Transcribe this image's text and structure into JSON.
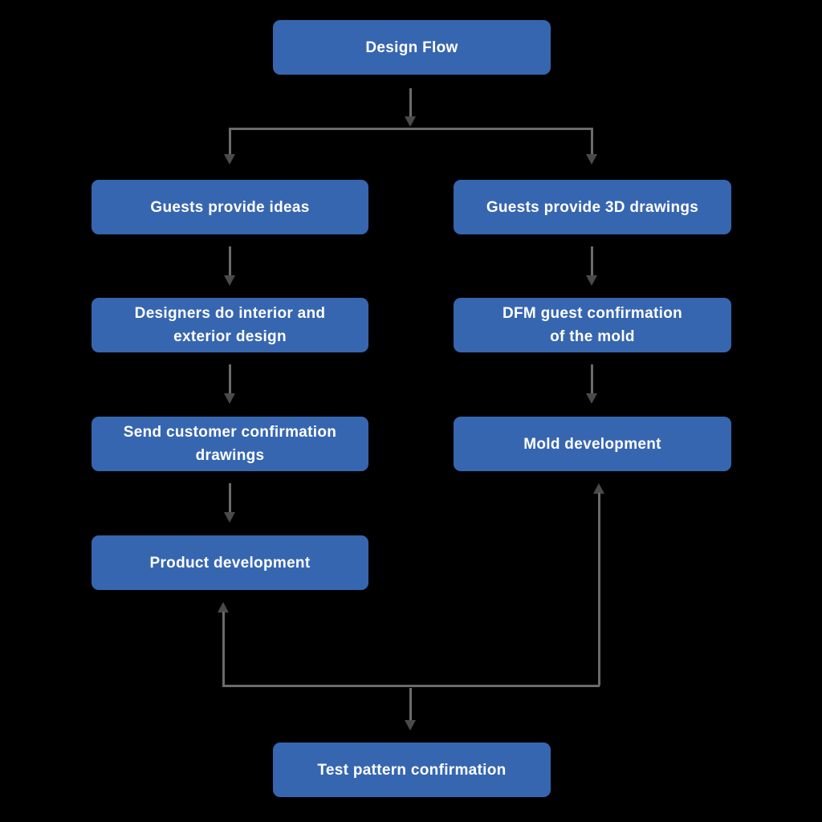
{
  "diagram": {
    "title": "Design Flow",
    "type": "flowchart",
    "colors": {
      "background": "#000000",
      "node_fill": "#3766b0",
      "node_text": "#ffffff",
      "line": "#6b6b6b",
      "arrowhead": "#4a4a4a"
    },
    "nodes": {
      "design_flow": {
        "label": "Design Flow"
      },
      "guests_ideas": {
        "label": "Guests provide ideas"
      },
      "guests_3d": {
        "label": "Guests provide 3D drawings"
      },
      "designers": {
        "label": "Designers do interior and\nexterior design"
      },
      "dfm": {
        "label": "DFM guest confirmation\nof the mold"
      },
      "send_drawings": {
        "label": "Send customer confirmation\ndrawings"
      },
      "mold_dev": {
        "label": "Mold development"
      },
      "product_dev": {
        "label": "Product development"
      },
      "test_pattern": {
        "label": "Test pattern confirmation"
      }
    },
    "edges": [
      {
        "from": "design_flow",
        "to": "guests_ideas"
      },
      {
        "from": "design_flow",
        "to": "guests_3d"
      },
      {
        "from": "guests_ideas",
        "to": "designers"
      },
      {
        "from": "designers",
        "to": "send_drawings"
      },
      {
        "from": "send_drawings",
        "to": "product_dev"
      },
      {
        "from": "guests_3d",
        "to": "dfm"
      },
      {
        "from": "dfm",
        "to": "mold_dev"
      },
      {
        "from": "bottom_junction",
        "to": "product_dev"
      },
      {
        "from": "bottom_junction",
        "to": "mold_dev"
      },
      {
        "from": "bottom_junction",
        "to": "test_pattern"
      }
    ]
  }
}
